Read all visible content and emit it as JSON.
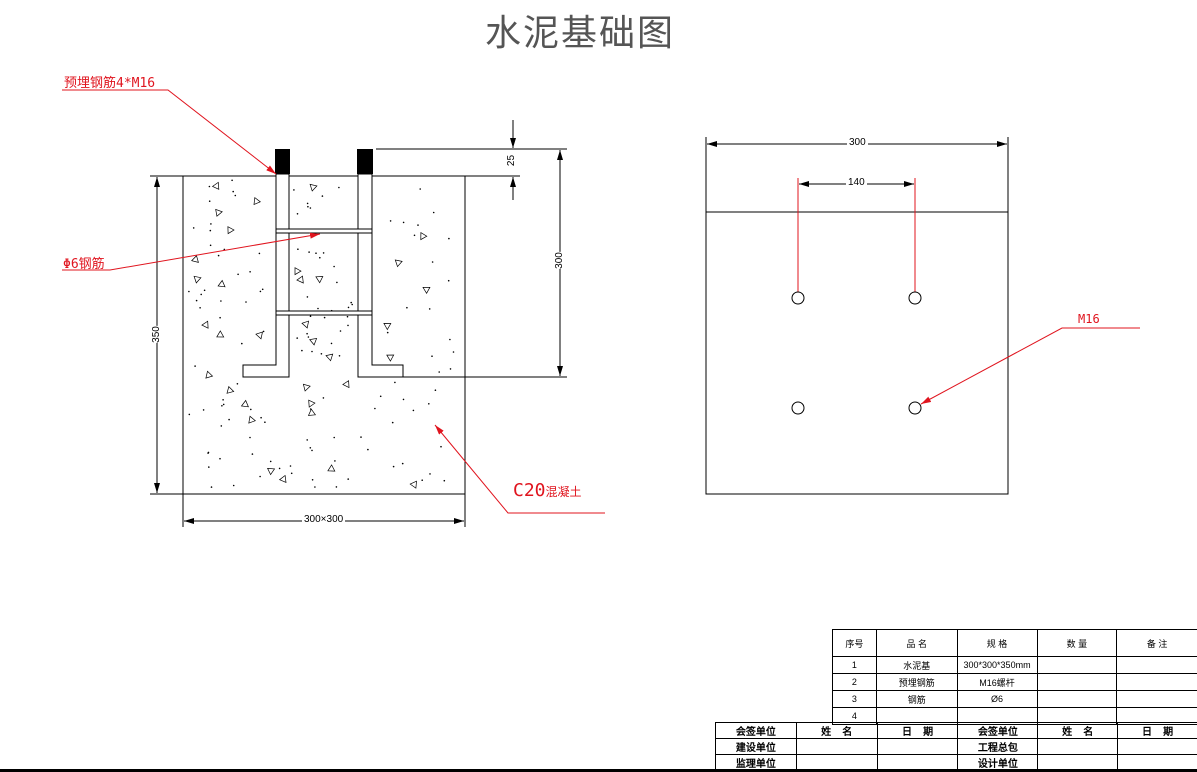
{
  "title": "水泥基础图",
  "labels": {
    "embedded_rebar": "预埋钢筋4*M16",
    "phi6_rebar": "Φ6钢筋",
    "concrete_grade": "C20",
    "concrete_word": "混凝土",
    "bolt": "M16"
  },
  "dimensions": {
    "d25": "25",
    "d300_vert": "300",
    "d350": "350",
    "d300x300": "300×300",
    "d300_top": "300",
    "d140": "140"
  },
  "bom": {
    "headers": [
      "序号",
      "品 名",
      "规 格",
      "数 量",
      "备 注"
    ],
    "rows": [
      [
        "1",
        "水泥基",
        "300*300*350mm",
        "",
        ""
      ],
      [
        "2",
        "预埋钢筋",
        "M16螺杆",
        "",
        ""
      ],
      [
        "3",
        "钢筋",
        "Ø6",
        "",
        ""
      ],
      [
        "4",
        "",
        "",
        "",
        ""
      ]
    ]
  },
  "sign": {
    "rows": [
      [
        "会签单位",
        "姓    名",
        "日    期",
        "会签单位",
        "姓    名",
        "日    期"
      ],
      [
        "建设单位",
        "",
        "",
        "工程总包",
        "",
        ""
      ],
      [
        "监理单位",
        "",
        "",
        "设计单位",
        "",
        ""
      ]
    ]
  },
  "colors": {
    "annotation": "#e0141e",
    "line": "#000000"
  }
}
